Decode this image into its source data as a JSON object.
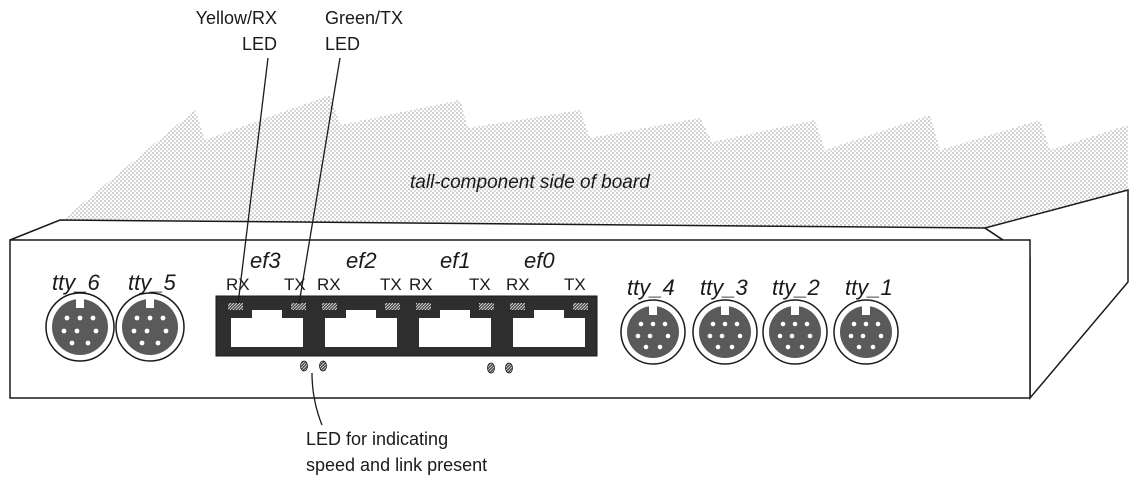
{
  "callouts": {
    "yellow_led_line1": "Yellow/RX",
    "yellow_led_line2": "LED",
    "green_led_line1": "Green/TX",
    "green_led_line2": "LED",
    "speed_led_line1": "LED for indicating",
    "speed_led_line2": "speed and link present"
  },
  "board": {
    "label": "tall-component side of board"
  },
  "serial_ports_left": [
    "tty_6",
    "tty_5"
  ],
  "serial_ports_right": [
    "tty_4",
    "tty_3",
    "tty_2",
    "tty_1"
  ],
  "ethernet_ports": [
    {
      "name": "ef3",
      "rx": "RX",
      "tx": "TX"
    },
    {
      "name": "ef2",
      "rx": "RX",
      "tx": "TX"
    },
    {
      "name": "ef1",
      "rx": "RX",
      "tx": "TX"
    },
    {
      "name": "ef0",
      "rx": "RX",
      "tx": "TX"
    }
  ]
}
